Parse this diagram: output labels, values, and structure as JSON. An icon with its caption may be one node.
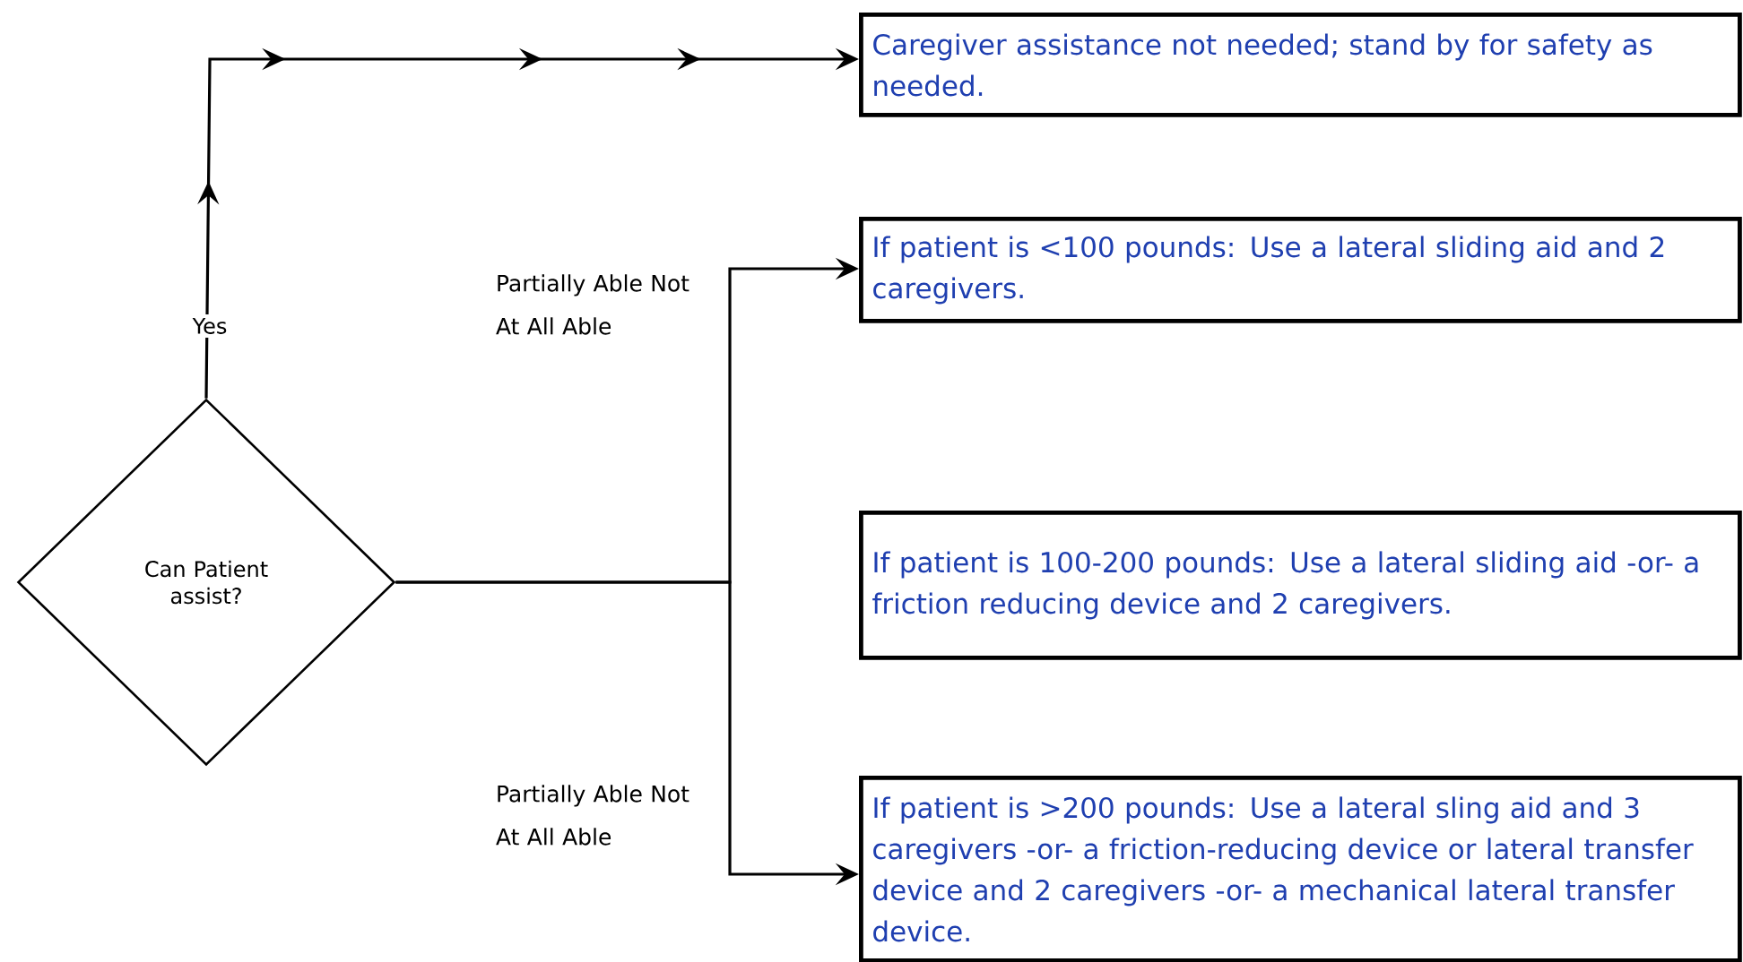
{
  "diagram": {
    "nodes": [
      {
        "text": [
          "Can Patient assist?"
        ]
      },
      {
        "text": [
          "Caregiver assistance not needed; stand by for safety as needed."
        ]
      },
      {
        "text": [
          "If patient is <100 pounds: Use a lateral sliding aid and 2 caregivers."
        ]
      },
      {
        "text": [
          "If patient is 100-200 pounds: Use a lateral sliding aid -or- a friction reducing device and 2 caregivers."
        ]
      },
      {
        "text": [
          "If patient is >200 pounds: Use a lateral sling aid and 3 caregivers -or- a friction-reducing device or lateral transfer device and 2 caregivers -or- a mechanical lateral transfer device."
        ]
      }
    ],
    "edges": [
      {
        "from": 0,
        "to": 1,
        "arrow": "to",
        "label": "Yes"
      },
      {
        "from": 0,
        "to": 2,
        "arrow": "to",
        "label": "Partially Able Not At All Able"
      },
      {
        "from": 0,
        "to": 4,
        "arrow": "to",
        "label": "Partially Able Not At All Able"
      }
    ]
  }
}
